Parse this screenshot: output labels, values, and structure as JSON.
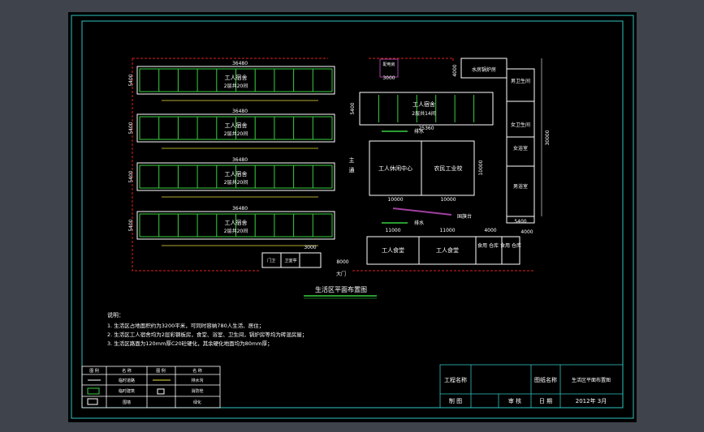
{
  "canvas": {
    "background": "#3f434b",
    "paper": "#000000",
    "accent": "#2ec4c0",
    "line_white": "#ffffff",
    "line_green": "#39d040",
    "line_red": "#e02020",
    "line_yellow": "#f0e040"
  },
  "dorms": [
    {
      "dim_top": "36480",
      "dim_left": "5400",
      "name": "工人宿舍",
      "sub": "2层共20间"
    },
    {
      "dim_top": "36480",
      "dim_left": "5400",
      "name": "工人宿舍",
      "sub": "2层共20间"
    },
    {
      "dim_top": "36480",
      "dim_left": "5400",
      "name": "工人宿舍",
      "sub": "2层共20间"
    },
    {
      "dim_top": "36480",
      "dim_left": "5400",
      "name": "工人宿舍",
      "sub": "2层共20间"
    }
  ],
  "right_dorm": {
    "name": "工人宿舍",
    "sub": "2层共14间",
    "dim_left": "5400",
    "dim_bottom": "25360"
  },
  "labels": {
    "power_room": "配电房",
    "dim_power": "3000",
    "road_main": "主",
    "road_main2": "通",
    "boiler": "水房锅炉房",
    "boiler_room": "锅炉房",
    "womens_wc": "男卫生间",
    "mens_wc": "女卫生间",
    "womens_bath": "女浴室",
    "mens_bath": "男浴室",
    "dim_right_vertical": "30000",
    "dim_4000": "4000",
    "activity": "工人休闲中心",
    "school": "农民工业校",
    "dim_10000_v": "10000",
    "dim_10000_a": "10000",
    "dim_10000_b": "10000",
    "drain": "排水",
    "flag": "国旗台",
    "canteen_a": "工人食堂",
    "canteen_b": "工人食堂",
    "dim_11000_a": "11000",
    "dim_11000_b": "11000",
    "store_a": "食用\n仓库",
    "store_b": "食用\n仓库",
    "dim_4000_b": "4000",
    "dim_4000_c": "4000",
    "dim_5400_r": "5400",
    "guard": "门卫",
    "small_a": "门卫",
    "small_b": "卫室亭",
    "dim_3000_g": "3000",
    "gate_dim": "8000",
    "gate": "大门",
    "plan_title": "生活区平面布置图"
  },
  "notes": {
    "heading": "说明：",
    "lines": [
      "1.  生活区占地面积约为3200平米，可同时容纳780人生活、居住；",
      "2.  生活区工人宿舍均为2层彩钢板房，食堂、浴室、卫生间，锅炉房等均为砖混房屋；",
      "3.  生活区路面为120mm厚C20砼硬化，其余硬化地面均为80mm厚；"
    ]
  },
  "legend": {
    "headers": [
      "图 例",
      "名 称",
      "图 例",
      "名 称"
    ],
    "rows": [
      [
        "",
        "临时道路",
        "",
        "排水沟"
      ],
      [
        "",
        "临时建筑",
        "",
        "消防栓"
      ],
      [
        "",
        "围墙",
        "",
        "绿化"
      ]
    ]
  },
  "title_block": {
    "project_label": "工程名称",
    "drawing_label": "图纸名称",
    "drawing_name": "生活区平面布置图",
    "drawn_label": "制 图",
    "check_label": "审 核",
    "date_label": "日 期",
    "date_value": "2012年 3月"
  }
}
